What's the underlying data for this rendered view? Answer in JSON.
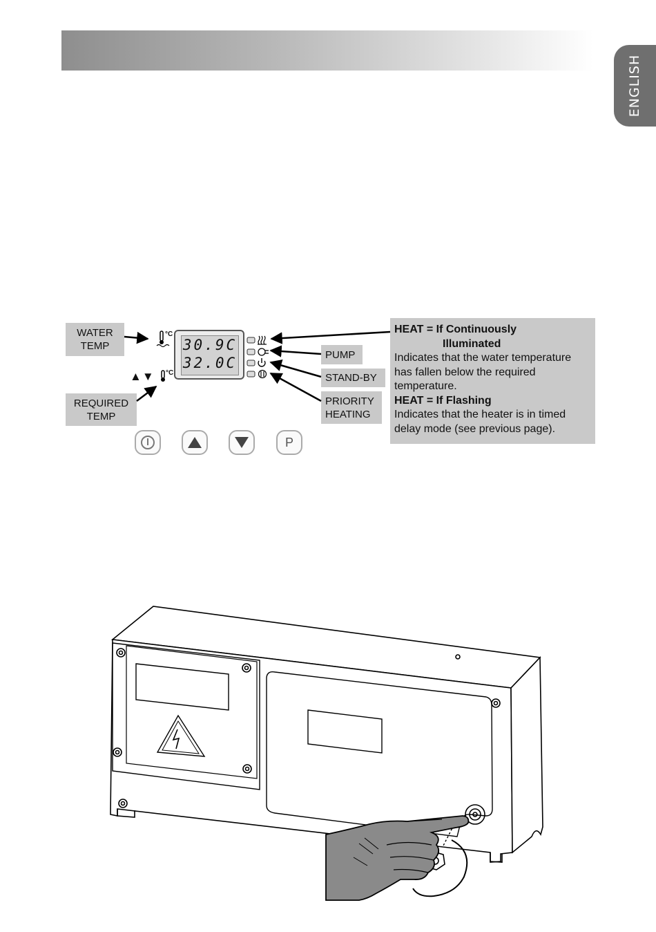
{
  "header": {
    "language_tab": "ENGLISH"
  },
  "control_panel": {
    "display": {
      "water_temp": "30.9C",
      "required_temp": "32.0C"
    },
    "labels": {
      "water_temp": [
        "WATER",
        "TEMP"
      ],
      "required_temp": [
        "REQUIRED",
        "TEMP"
      ],
      "pump": "PUMP",
      "standby": "STAND-BY",
      "priority_heating": [
        "PRIORITY",
        "HEATING"
      ]
    },
    "unit_symbol": "°C",
    "arrows_symbol": "▲▼",
    "buttons": [
      {
        "name": "power",
        "icon": "power-icon"
      },
      {
        "name": "up",
        "icon": "up-triangle-icon"
      },
      {
        "name": "down",
        "icon": "down-triangle-icon"
      },
      {
        "name": "program",
        "label": "P"
      }
    ],
    "indicator_icons": [
      "heat-icon",
      "pump-icon",
      "standby-icon",
      "priority-heating-icon"
    ]
  },
  "info": {
    "heat_continuous_title_1": "HEAT = If Continuously",
    "heat_continuous_title_2": "Illuminated",
    "heat_continuous_text": "Indicates that the water temperature has fallen below the required temperature.",
    "heat_flashing_title": "HEAT = If Flashing",
    "heat_flashing_text": "Indicates that the heater is in timed delay mode (see previous page)."
  }
}
